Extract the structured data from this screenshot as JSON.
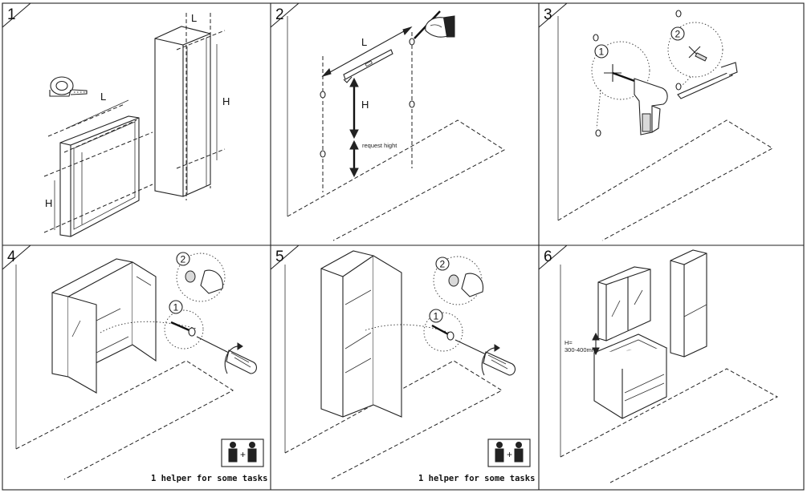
{
  "panels": [
    {
      "number": "1",
      "labels": {
        "l_tape": "L",
        "l_column": "L",
        "h_column": "H",
        "h_cabinet": "H"
      }
    },
    {
      "number": "2",
      "labels": {
        "l": "L",
        "h": "H",
        "request": "request hight"
      }
    },
    {
      "number": "3",
      "labels": {
        "step1": "1",
        "step2": "2"
      }
    },
    {
      "number": "4",
      "labels": {
        "step1": "1",
        "step2": "2"
      },
      "helper_note": "1 helper for some tasks"
    },
    {
      "number": "5",
      "labels": {
        "step1": "1",
        "step2": "2"
      },
      "helper_note": "1 helper for some tasks"
    },
    {
      "number": "6",
      "labels": {
        "height_line1": "H=",
        "height_line2": "300-400mm"
      }
    }
  ],
  "icons": {
    "helper": "two-people-helper-icon",
    "pencil": "hand-with-pencil-icon",
    "tape": "tape-measure-icon",
    "level": "spirit-level-icon",
    "drill": "power-drill-icon",
    "screwdriver": "screwdriver-icon"
  },
  "colors": {
    "line": "#222222",
    "background": "#ffffff"
  }
}
